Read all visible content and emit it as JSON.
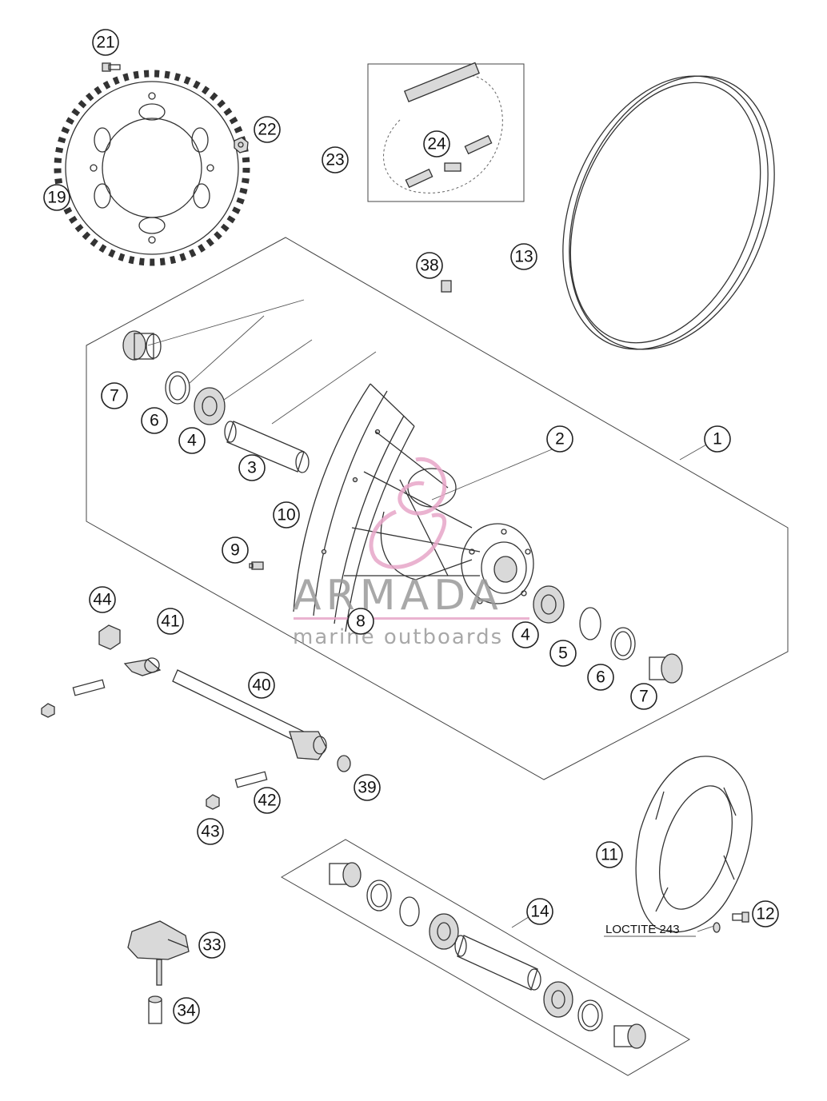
{
  "callouts": [
    {
      "label": "21"
    },
    {
      "label": "22"
    },
    {
      "label": "19"
    },
    {
      "label": "23"
    },
    {
      "label": "24"
    },
    {
      "label": "38"
    },
    {
      "label": "13"
    },
    {
      "label": "7"
    },
    {
      "label": "6"
    },
    {
      "label": "4"
    },
    {
      "label": "3"
    },
    {
      "label": "2"
    },
    {
      "label": "1"
    },
    {
      "label": "10"
    },
    {
      "label": "9"
    },
    {
      "label": "44"
    },
    {
      "label": "41"
    },
    {
      "label": "8"
    },
    {
      "label": "4"
    },
    {
      "label": "5"
    },
    {
      "label": "6"
    },
    {
      "label": "7"
    },
    {
      "label": "40"
    },
    {
      "label": "39"
    },
    {
      "label": "42"
    },
    {
      "label": "43"
    },
    {
      "label": "11"
    },
    {
      "label": "14"
    },
    {
      "label": "12"
    },
    {
      "label": "33"
    },
    {
      "label": "34"
    }
  ],
  "loctite_label": "LOCTITE 243",
  "watermark": {
    "brand": "ARMADA",
    "tagline": "marine outboards",
    "logo_color": "#e7a6c8"
  }
}
